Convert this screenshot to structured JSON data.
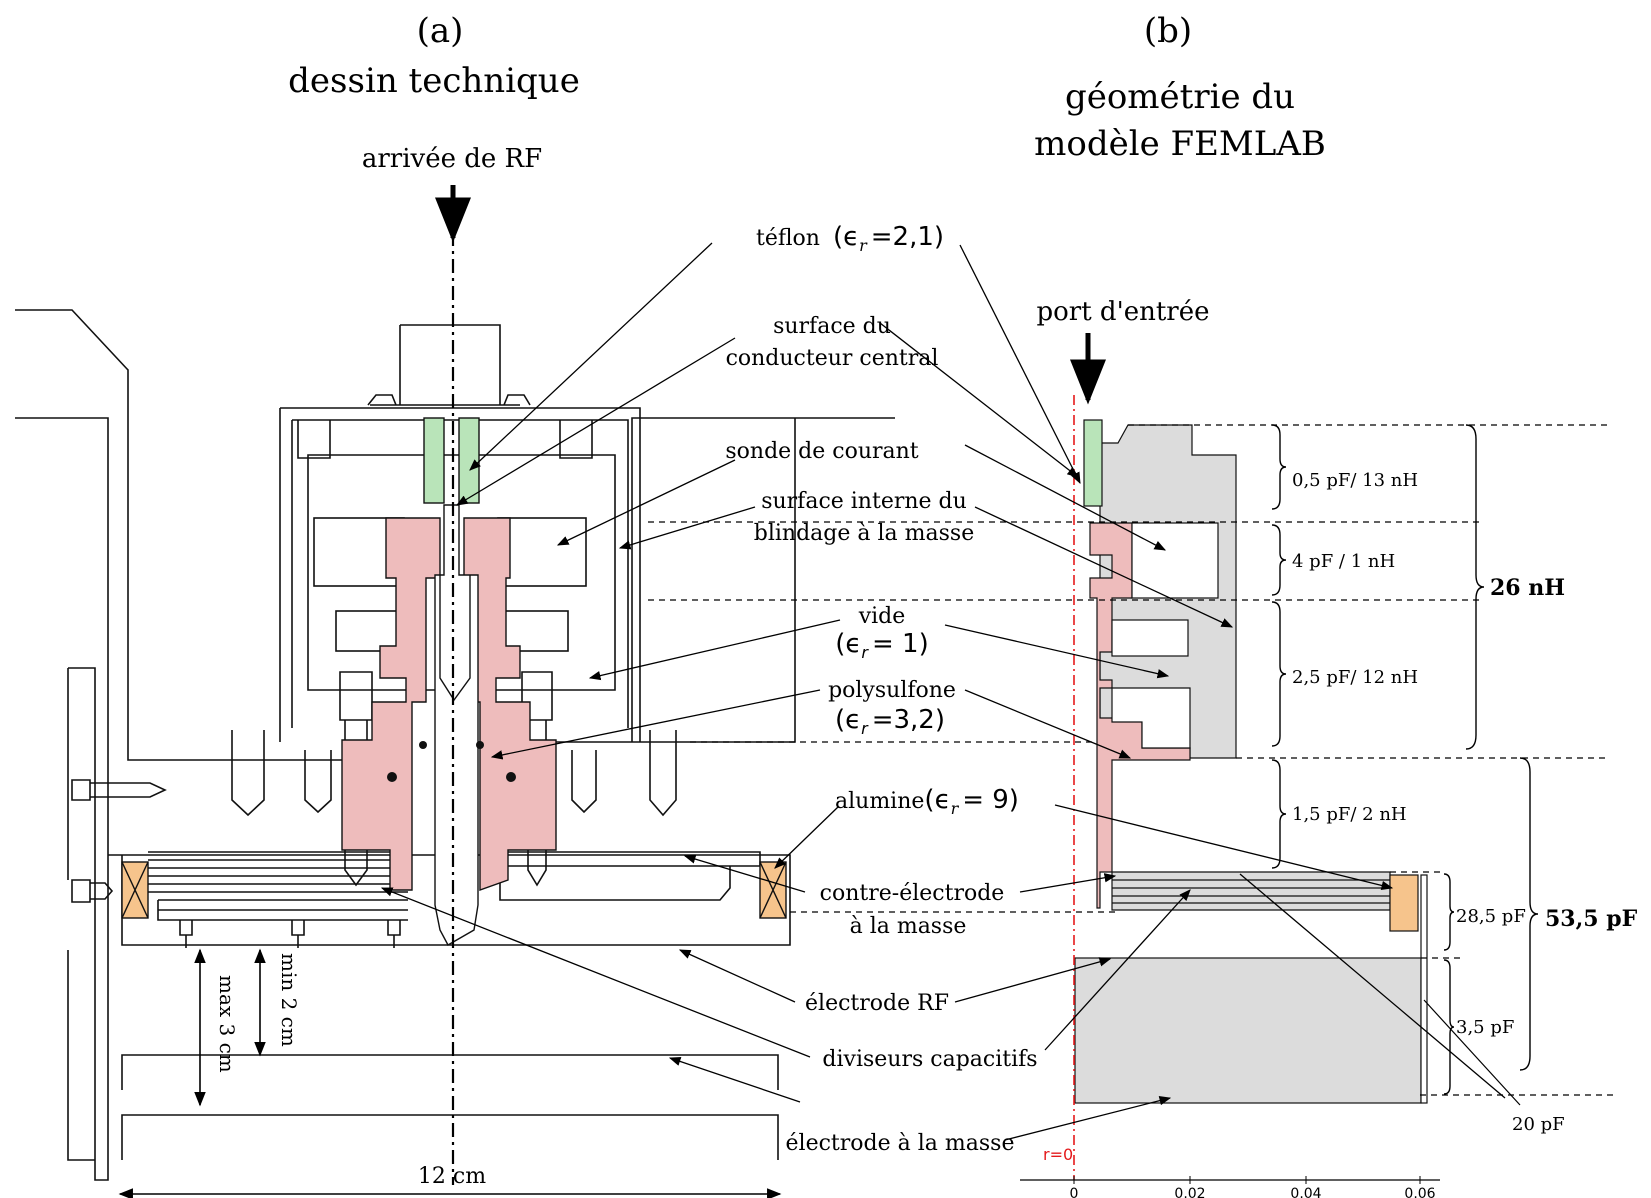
{
  "panel_a": {
    "letter": "(a)",
    "title": "dessin technique",
    "rf_input": "arrivée de RF",
    "width_label": "12 cm",
    "min_gap": "min 2 cm",
    "max_gap": "max 3 cm"
  },
  "panel_b": {
    "letter": "(b)",
    "title_line1": "géométrie du",
    "title_line2": "modèle FEMLAB",
    "port_label": "port d'entrée",
    "r0_label": "r=0",
    "x_ticks": [
      "0",
      "0.02",
      "0.04",
      "0.06"
    ]
  },
  "labels": {
    "teflon": "téflon",
    "teflon_eps": "(ϵ",
    "teflon_eps_tail": "=2,1)",
    "surface_line1": "surface du",
    "surface_line2": "conducteur central",
    "sonde": "sonde de courant",
    "blindage_line1": "surface interne du",
    "blindage_line2": "blindage à la masse",
    "vide": "vide",
    "vide_eps": "(ϵ",
    "vide_eps_tail": "= 1)",
    "polysulfone": "polysulfone",
    "poly_eps": "(ϵ",
    "poly_eps_tail": "=3,2)",
    "alumine": "alumine",
    "alumine_eps": "(ϵ",
    "alumine_eps_tail": "= 9)",
    "contre_line1": "contre-électrode",
    "contre_line2": "à la masse",
    "electrode_rf": "électrode RF",
    "diviseurs": "diviseurs capacitifs",
    "electrode_masse": "électrode à la masse",
    "eps_sub": "r"
  },
  "circuit": {
    "c1": "0,5 pF/ 13 nH",
    "c2": "4 pF / 1 nH",
    "c3": "2,5 pF/ 12 nH",
    "c4": "1,5 pF/ 2 nH",
    "c5": "28,5 pF",
    "c6": "3,5 pF",
    "c7": "20 pF",
    "total_l": "26 nH",
    "total_c": "53,5 pF"
  },
  "colors": {
    "teflon": "#b9e4b9",
    "polysulfone": "#eebcbc",
    "alumina": "#f6c48c",
    "vacuum_model": "#dcdcdc",
    "axis_red": "#e41a1c"
  }
}
